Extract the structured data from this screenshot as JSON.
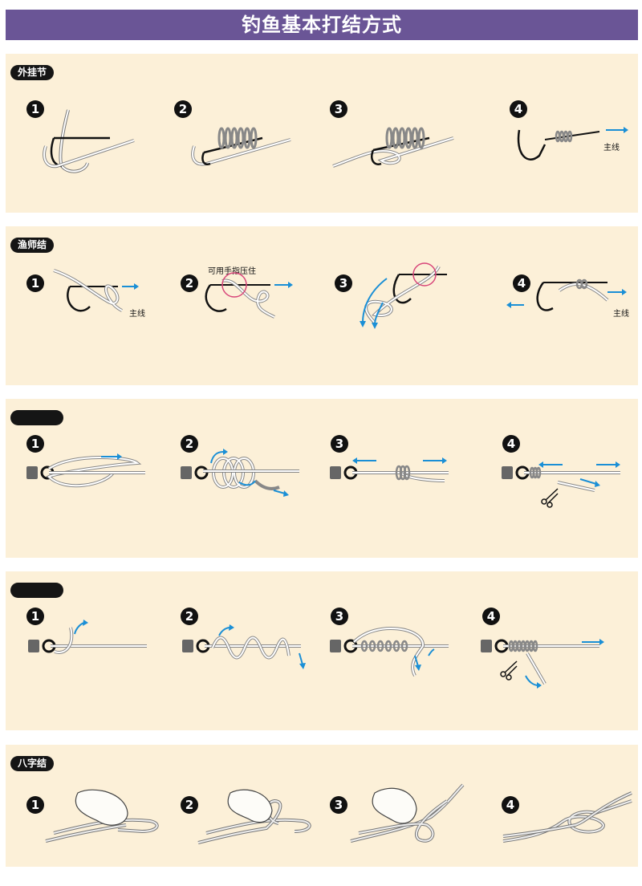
{
  "title": "钓鱼基本打结方式",
  "sections": [
    {
      "tag": "外挂节",
      "steps": [
        {
          "num": "1"
        },
        {
          "num": "2"
        },
        {
          "num": "3"
        },
        {
          "num": "4",
          "note": "主线"
        }
      ]
    },
    {
      "tag": "渔师结",
      "steps": [
        {
          "num": "1",
          "note": "主线"
        },
        {
          "num": "2",
          "note": "可用手指压住"
        },
        {
          "num": "3"
        },
        {
          "num": "4",
          "note": "主线"
        }
      ]
    },
    {
      "tag": "",
      "steps": [
        {
          "num": "1"
        },
        {
          "num": "2"
        },
        {
          "num": "3"
        },
        {
          "num": "4"
        }
      ]
    },
    {
      "tag": "",
      "steps": [
        {
          "num": "1"
        },
        {
          "num": "2"
        },
        {
          "num": "3"
        },
        {
          "num": "4"
        }
      ]
    },
    {
      "tag": "八字结",
      "steps": [
        {
          "num": "1"
        },
        {
          "num": "2"
        },
        {
          "num": "3"
        },
        {
          "num": "4"
        }
      ]
    }
  ],
  "colors": {
    "title_bg": "#6a5596",
    "panel_bg": "#fcf0d8",
    "arrow": "#1a8fd6",
    "highlight": "#d8467a"
  }
}
